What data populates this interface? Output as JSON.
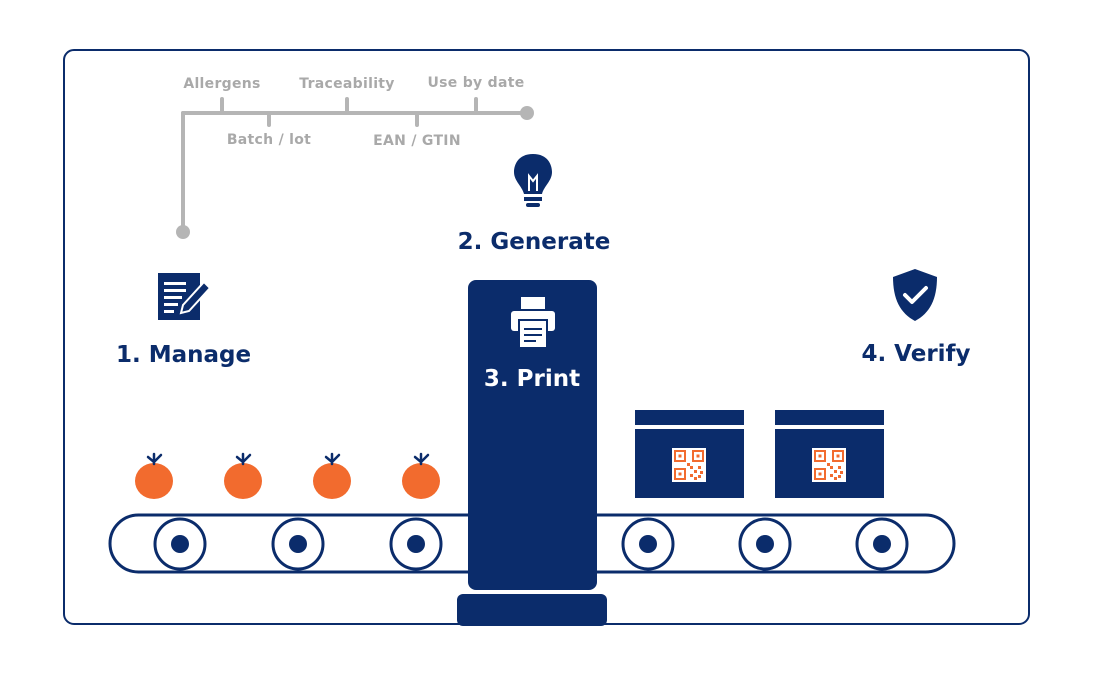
{
  "colors": {
    "navy": "#0b2c6b",
    "orange": "#f26b2e",
    "gray": "#b5b5b5",
    "text_gray": "#a9a9a9",
    "qr": "#f26b2e"
  },
  "data_fields": [
    "Allergens",
    "Traceability",
    "Use by date",
    "Batch / lot",
    "EAN / GTIN"
  ],
  "steps": {
    "manage": {
      "label": "1. Manage",
      "icon": "document-edit-icon"
    },
    "generate": {
      "label": "2. Generate",
      "icon": "lightbulb-icon"
    },
    "print": {
      "label": "3. Print",
      "icon": "printer-icon"
    },
    "verify": {
      "label": "4. Verify",
      "icon": "shield-check-icon"
    }
  },
  "products": {
    "fruit_count": 4,
    "box_count": 2
  }
}
